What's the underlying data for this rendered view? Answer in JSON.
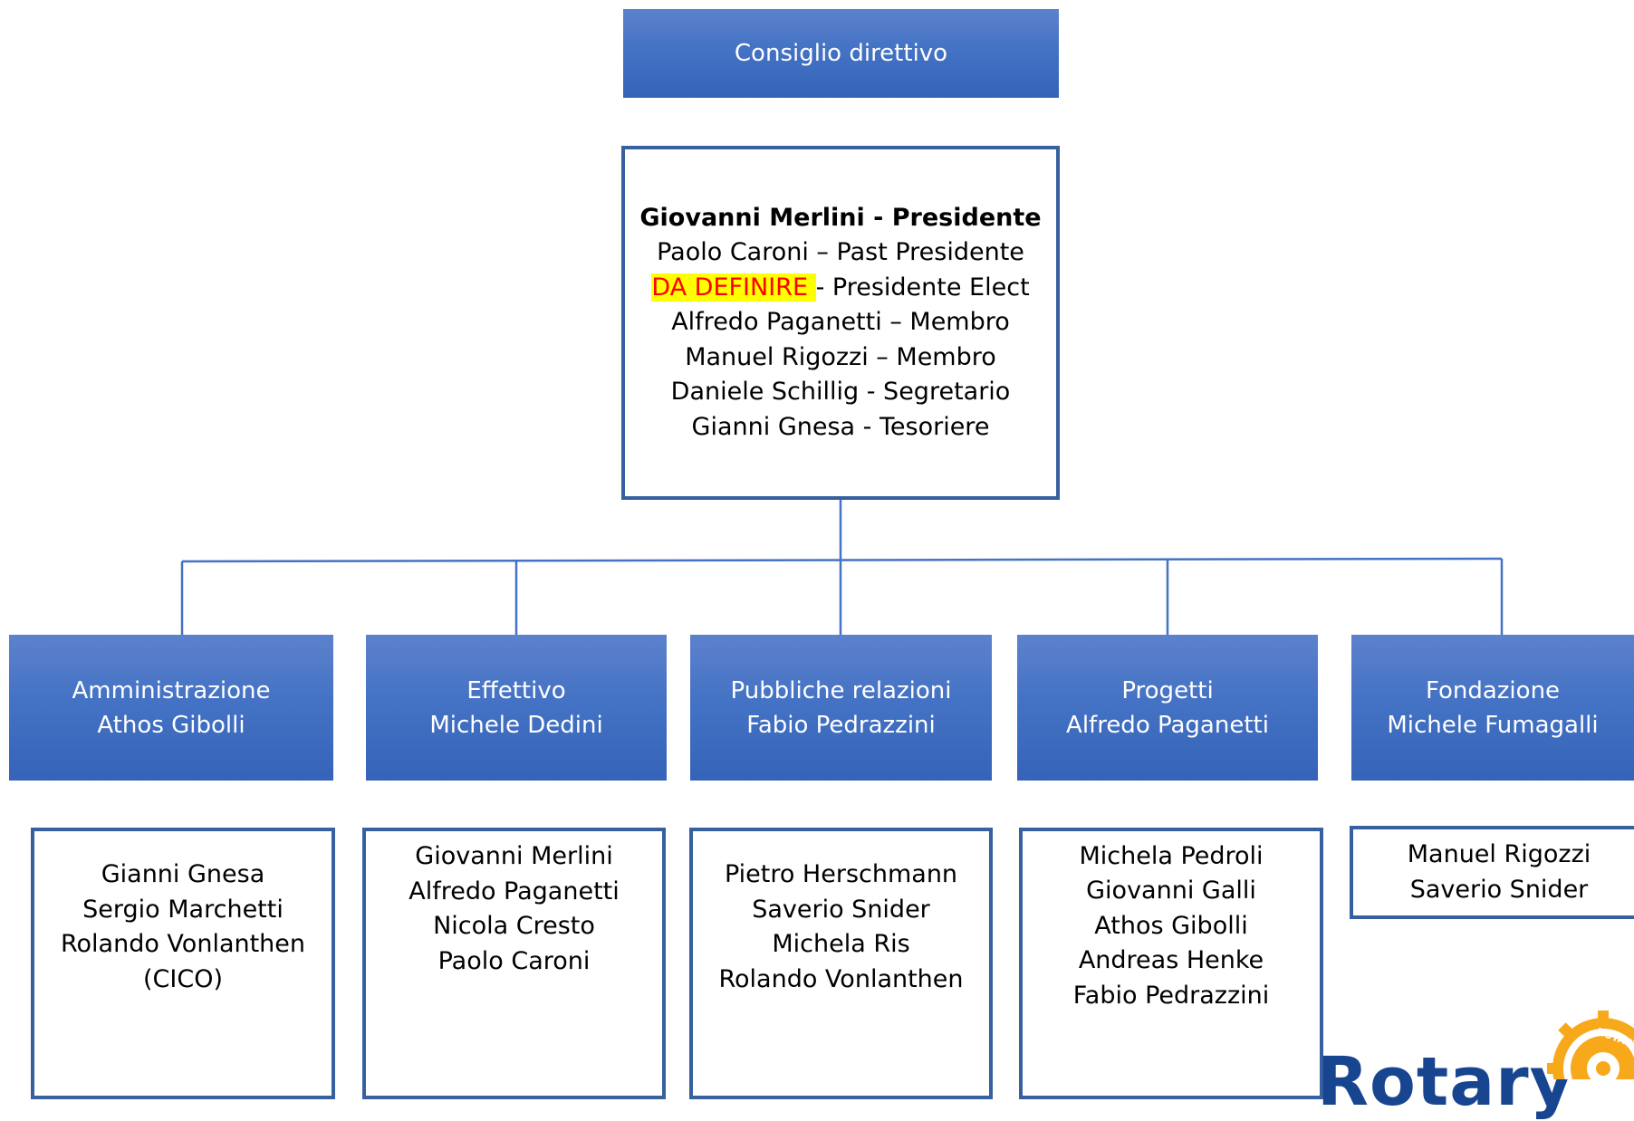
{
  "top": {
    "title": "Consiglio direttivo"
  },
  "board": {
    "lines": [
      {
        "text": "Giovanni Merlini - Presidente"
      },
      {
        "text": "Paolo Caroni – Past Presidente"
      },
      {
        "highlight": "DA DEFINIRE ",
        "rest": "- Presidente Elect"
      },
      {
        "text": "Alfredo Paganetti – Membro"
      },
      {
        "text": "Manuel Rigozzi – Membro"
      },
      {
        "text": "Daniele Schillig - Segretario"
      },
      {
        "text": "Gianni Gnesa - Tesoriere"
      }
    ]
  },
  "commissions": [
    {
      "name": "Amministrazione",
      "lead": "Athos Gibolli",
      "members": [
        "Gianni Gnesa",
        "Sergio Marchetti",
        "Rolando Vonlanthen",
        "(CICO)"
      ]
    },
    {
      "name": "Effettivo",
      "lead": "Michele Dedini",
      "members": [
        "Giovanni Merlini",
        "Alfredo Paganetti",
        "Nicola Cresto",
        "Paolo Caroni"
      ]
    },
    {
      "name": "Pubbliche relazioni",
      "lead": "Fabio Pedrazzini",
      "members": [
        "Pietro Herschmann",
        "Saverio Snider",
        "Michela Ris",
        "Rolando Vonlanthen"
      ]
    },
    {
      "name": "Progetti",
      "lead": "Alfredo Paganetti",
      "members": [
        "Michela Pedroli",
        "Giovanni Galli",
        "Athos Gibolli",
        "Andreas Henke",
        "Fabio Pedrazzini"
      ]
    },
    {
      "name": "Fondazione",
      "lead": "Michele Fumagalli",
      "members": [
        "Manuel Rigozzi",
        "Saverio Snider"
      ]
    }
  ],
  "logo": {
    "text": "Rotary",
    "wheel_text": "ROTARY",
    "color": "#17458f",
    "wheel_color": "#f7a81b"
  },
  "colors": {
    "box_fill": "#4472c4",
    "border": "#36609e",
    "connector": "#4472c4",
    "highlight": "#ffff00",
    "highlight_text": "#ff0000"
  }
}
